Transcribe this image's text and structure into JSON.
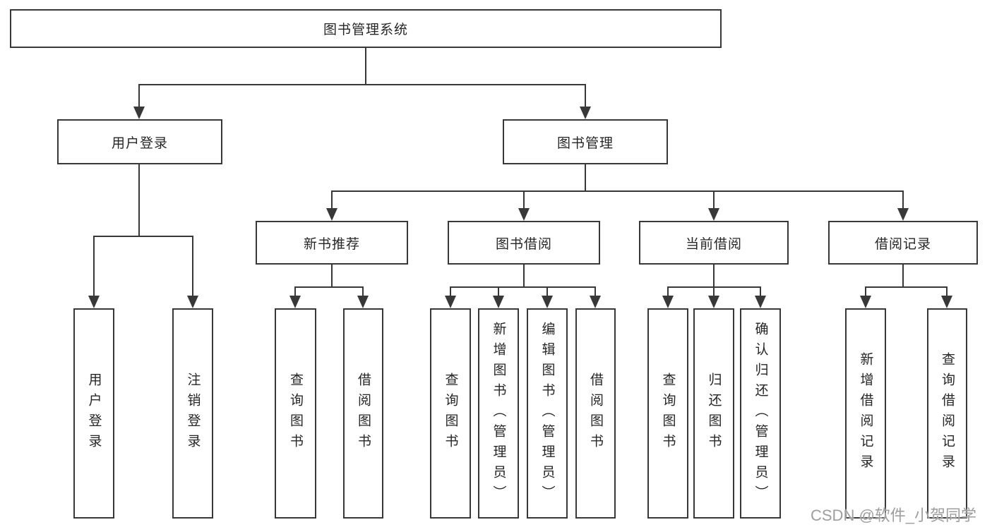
{
  "diagram": {
    "title": "图书管理系统",
    "root": {
      "label": "图书管理系统"
    },
    "level2": [
      {
        "label": "用户登录"
      },
      {
        "label": "图书管理"
      }
    ],
    "level3": [
      {
        "label": "新书推荐"
      },
      {
        "label": "图书借阅"
      },
      {
        "label": "当前借阅"
      },
      {
        "label": "借阅记录"
      }
    ],
    "leaves": {
      "login": [
        "用户登录",
        "注销登录"
      ],
      "recommend": [
        "查询图书",
        "借阅图书"
      ],
      "borrow": [
        "查询图书",
        "新增图书（管理员）",
        "编辑图书（管理员）",
        "借阅图书"
      ],
      "current": [
        "查询图书",
        "归还图书",
        "确认归还（管理员）"
      ],
      "records": [
        "新增借阅记录",
        "查询借阅记录"
      ]
    }
  },
  "watermark": {
    "text": "CSDN @软件_小贺同学"
  },
  "colors": {
    "line": "#383838",
    "text": "#262626",
    "watermark": "#9e9e9e",
    "background": "#ffffff"
  }
}
